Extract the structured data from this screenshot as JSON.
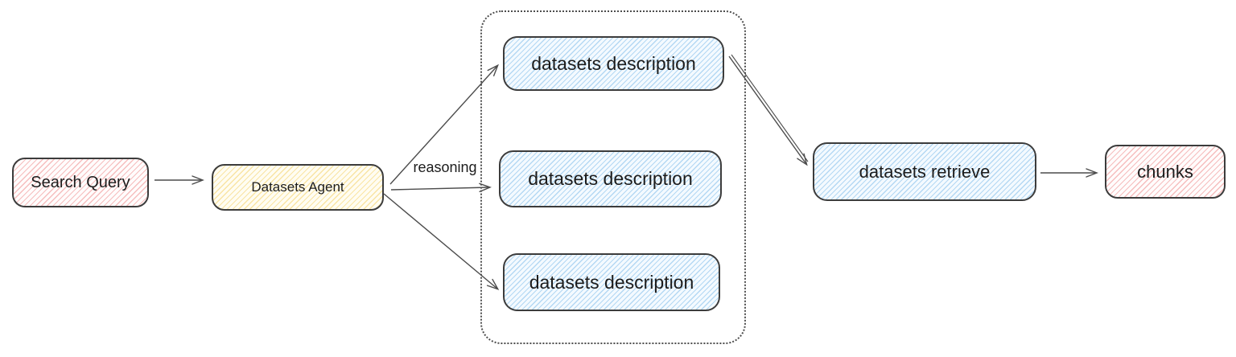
{
  "diagram": {
    "nodes": {
      "search_query": {
        "label": "Search Query",
        "fill": "#ffc9c9"
      },
      "datasets_agent": {
        "label": "Datasets Agent",
        "fill": "#ffec99"
      },
      "datasets_description_top": {
        "label": "datasets description",
        "fill": "#a5d8ff"
      },
      "datasets_description_middle": {
        "label": "datasets description",
        "fill": "#a5d8ff"
      },
      "datasets_description_bottom": {
        "label": "datasets description",
        "fill": "#a5d8ff"
      },
      "datasets_retrieve": {
        "label": "datasets retrieve",
        "fill": "#a5d8ff"
      },
      "chunks": {
        "label": "chunks",
        "fill": "#ffc9c9"
      }
    },
    "edges": [
      {
        "from": "search_query",
        "to": "datasets_agent",
        "label": ""
      },
      {
        "from": "datasets_agent",
        "to": "datasets_description_top",
        "label": ""
      },
      {
        "from": "datasets_agent",
        "to": "datasets_description_middle",
        "label": "reasoning"
      },
      {
        "from": "datasets_agent",
        "to": "datasets_description_bottom",
        "label": ""
      },
      {
        "from": "datasets_description_top",
        "to": "datasets_retrieve",
        "label": ""
      },
      {
        "from": "datasets_retrieve",
        "to": "chunks",
        "label": ""
      }
    ],
    "edge_label": {
      "reasoning": "reasoning"
    },
    "colors": {
      "node_stroke": "#3c3c3c",
      "arrow_stroke": "#4c4c4c",
      "group_border": "#4e4e4e",
      "pink_fill": "#ffc9c9",
      "yellow_fill": "#ffec99",
      "blue_fill": "#a5d8ff"
    }
  }
}
